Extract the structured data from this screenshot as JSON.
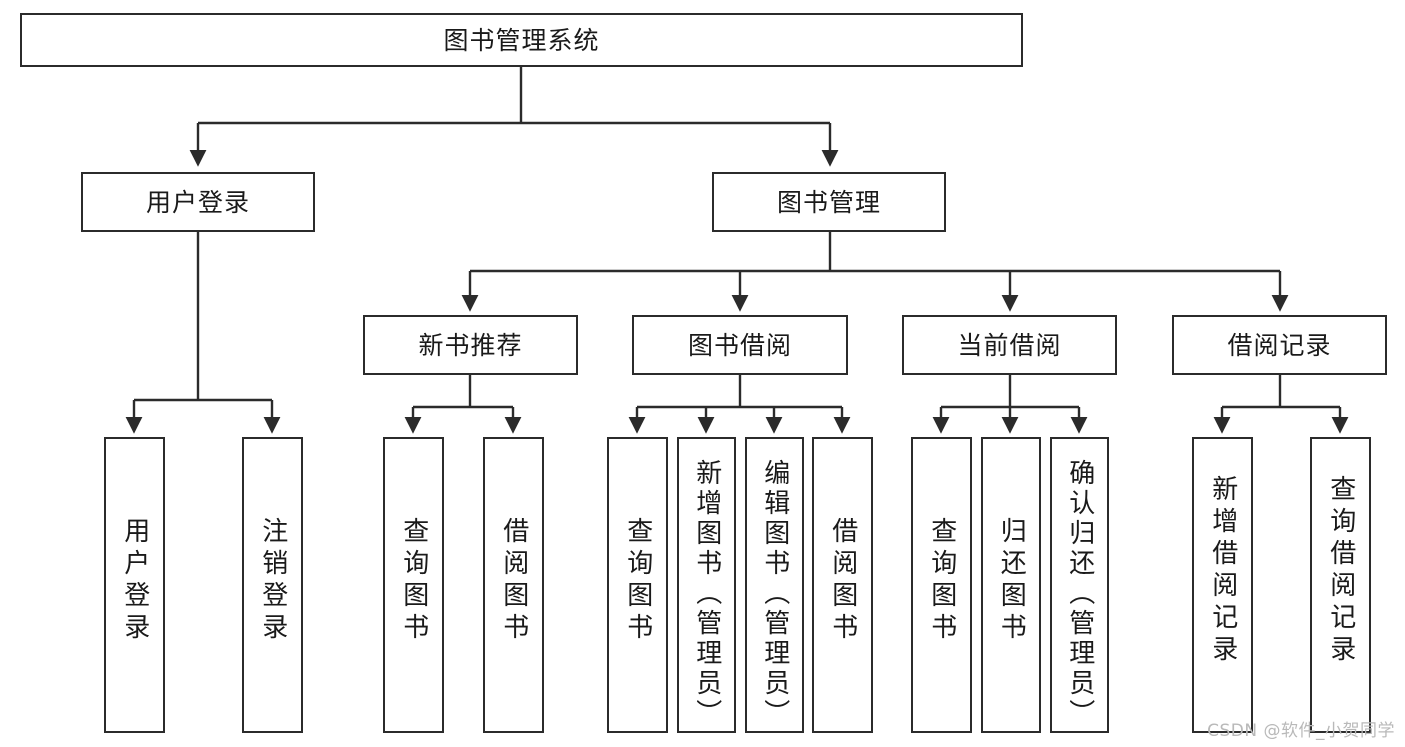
{
  "diagram": {
    "title": "图书管理系统",
    "watermark": "CSDN @软件_小贺同学",
    "colors": {
      "node_border": "#2b2b2b",
      "node_fill": "#ffffff",
      "edge": "#2b2b2b",
      "text": "#1a1a1a",
      "watermark": "#b9b9b9",
      "background": "#ffffff"
    },
    "root": {
      "label": "图书管理系统"
    },
    "level2": [
      {
        "label": "用户登录"
      },
      {
        "label": "图书管理"
      }
    ],
    "level3": [
      {
        "label": "新书推荐"
      },
      {
        "label": "图书借阅"
      },
      {
        "label": "当前借阅"
      },
      {
        "label": "借阅记录"
      }
    ],
    "leaves": [
      {
        "label": "用户登录",
        "parent": "用户登录"
      },
      {
        "label": "注销登录",
        "parent": "用户登录"
      },
      {
        "label": "查询图书",
        "parent": "新书推荐"
      },
      {
        "label": "借阅图书",
        "parent": "新书推荐"
      },
      {
        "label": "查询图书",
        "parent": "图书借阅"
      },
      {
        "label": "新增图书（管理员）",
        "parent": "图书借阅"
      },
      {
        "label": "编辑图书（管理员）",
        "parent": "图书借阅"
      },
      {
        "label": "借阅图书",
        "parent": "图书借阅"
      },
      {
        "label": "查询图书",
        "parent": "当前借阅"
      },
      {
        "label": "归还图书",
        "parent": "当前借阅"
      },
      {
        "label": "确认归还（管理员）",
        "parent": "当前借阅"
      },
      {
        "label": "新增借阅记录",
        "parent": "借阅记录"
      },
      {
        "label": "查询借阅记录",
        "parent": "借阅记录"
      }
    ]
  }
}
